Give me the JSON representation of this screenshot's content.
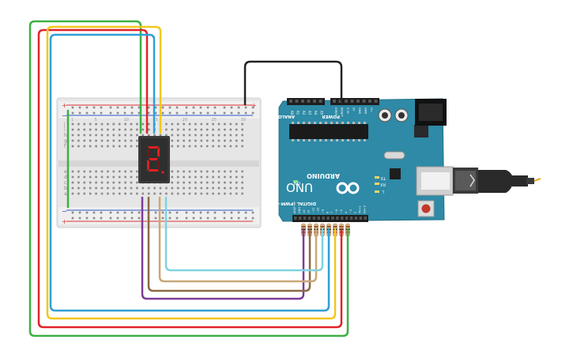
{
  "board": {
    "brand": "ARDUINO",
    "model": "UNO",
    "on_label": "ON",
    "tx_label": "TX",
    "rx_label": "RX",
    "l_label": "L",
    "power_label": "POWER",
    "analog_label": "ANALOG IN",
    "digital_label": "DIGITAL (PWM~)",
    "analog_pins": [
      "A0",
      "A1",
      "A2",
      "A3",
      "A4",
      "A5"
    ],
    "power_pins": [
      "IOREF",
      "RESET",
      "3.3V",
      "5V",
      "GND",
      "GND",
      "Vin"
    ],
    "digital_pins": [
      "AREF",
      "GND",
      "13",
      "12",
      "~11",
      "~10",
      "~9",
      "8",
      "7",
      "~6",
      "~5",
      "4",
      "~3",
      "2",
      "TX→1",
      "RX←0"
    ]
  },
  "display": {
    "digit": "2"
  },
  "breadboard": {
    "row_letters_top": [
      "j",
      "i",
      "h",
      "g",
      "f"
    ],
    "row_letters_bottom": [
      "e",
      "d",
      "c",
      "b",
      "a"
    ],
    "column_numbers": [
      "1",
      "5",
      "10",
      "15",
      "20",
      "25",
      "30"
    ],
    "rail_plus": "+",
    "rail_minus": "−"
  },
  "colors": {
    "board_teal": "#2e8aa6",
    "breadboard": "#e9e9e9",
    "wire_green": "#3cb043",
    "wire_red": "#e0242b",
    "wire_yellow": "#f2c81b",
    "wire_blue": "#2e9fd6",
    "wire_brown": "#8b6a45",
    "wire_purple": "#7d3c98",
    "wire_tan": "#c9a779",
    "wire_cyan": "#7fd3e0",
    "wire_black": "#222222",
    "segment_on": "#e02020"
  }
}
